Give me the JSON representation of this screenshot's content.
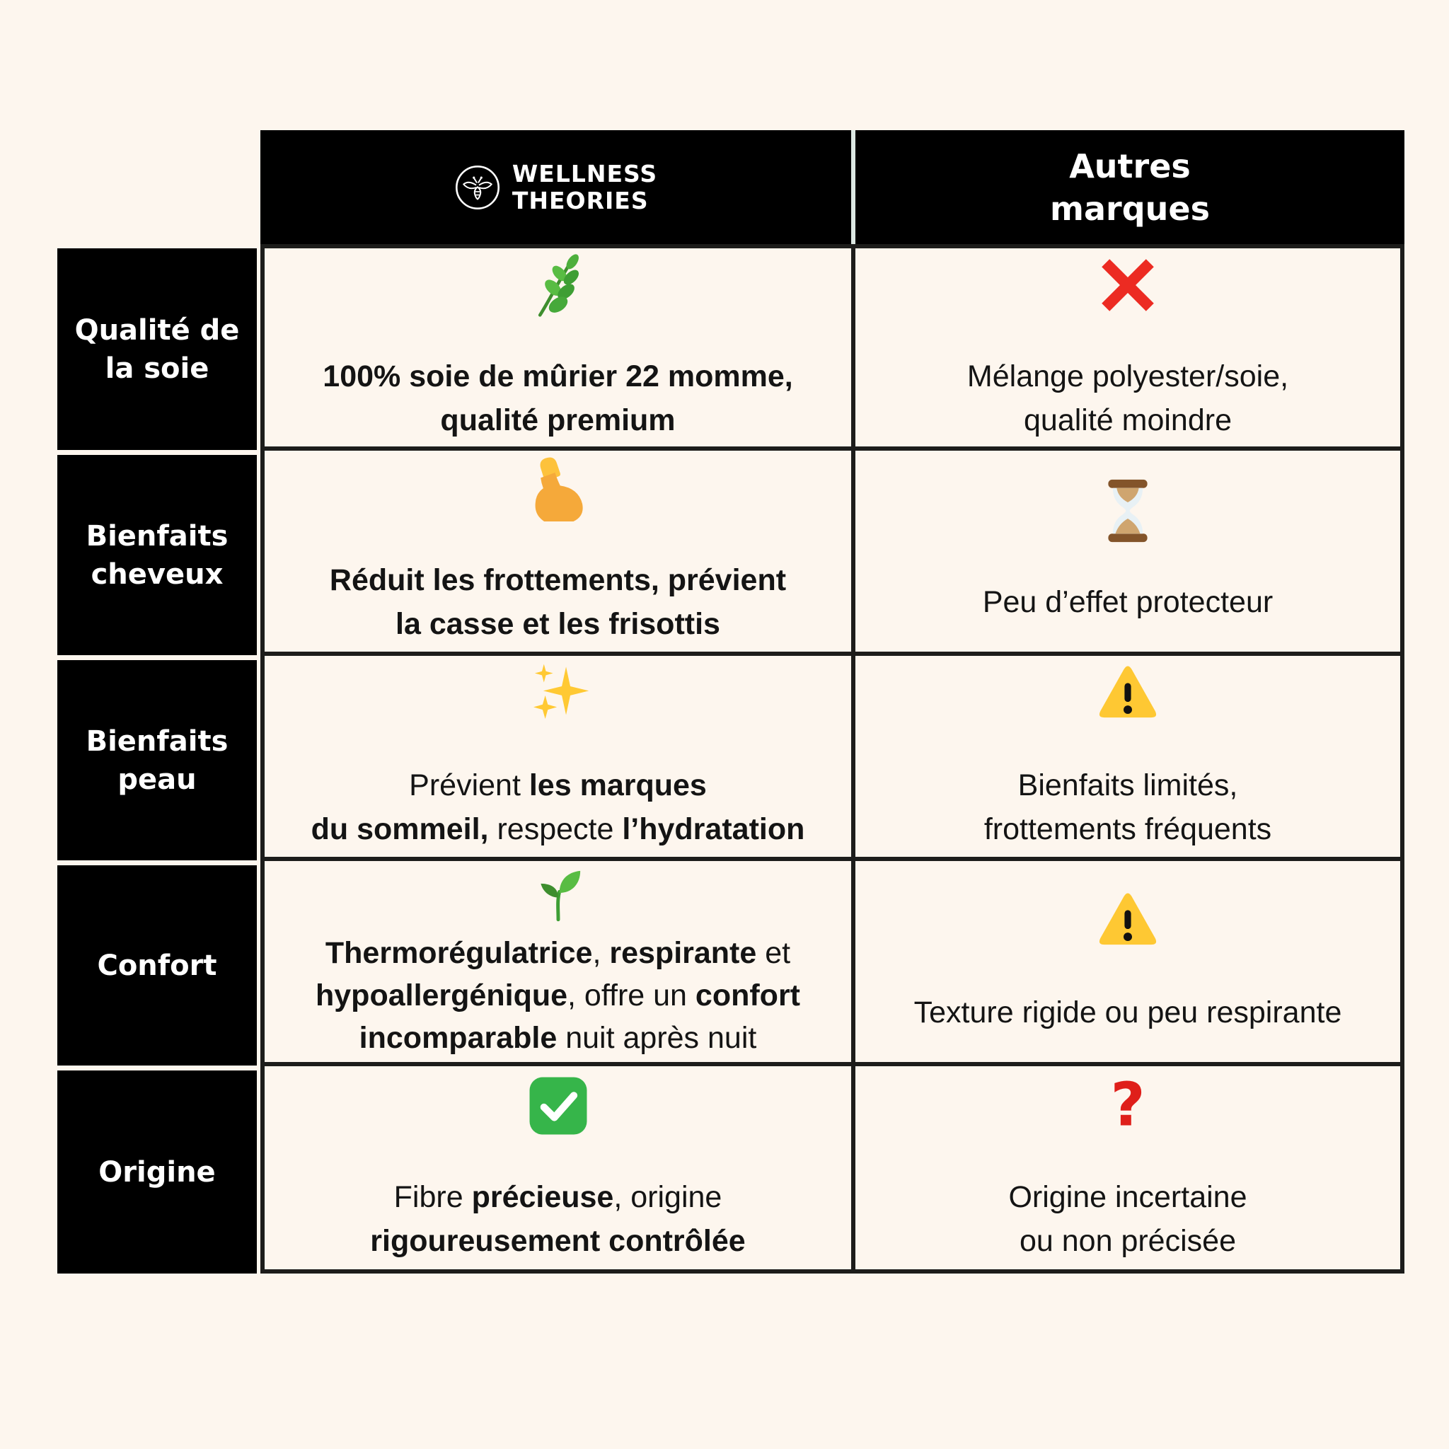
{
  "colors": {
    "background": "#FDF6EE",
    "cell_black": "#000000",
    "border_dark": "#1D1D1B",
    "header_divider": "#DCE7E2",
    "text_dark": "#141414",
    "text_white": "#FFFFFF",
    "cross_red": "#EC2B22",
    "warning_yellow": "#FEC833",
    "check_green": "#36B54A",
    "leaf_green": "#4DAF3C"
  },
  "header": {
    "brand": {
      "logo_icon": "bee-circle",
      "name_line1": "WELLNESS",
      "name_line2": "THEORIES"
    },
    "competitor": {
      "line1": "Autres",
      "line2": "marques"
    }
  },
  "rows": [
    {
      "label_lines": [
        "Qualité de",
        "la soie"
      ],
      "brand": {
        "icon": "herb",
        "lines": [
          [
            {
              "t": "100% soie de mûrier 22 momme,",
              "b": true
            }
          ],
          [
            {
              "t": "qualité premium",
              "b": true
            }
          ]
        ]
      },
      "competitor": {
        "icon": "cross-mark",
        "lines": [
          [
            {
              "t": "Mélange polyester/soie,",
              "b": false
            }
          ],
          [
            {
              "t": "qualité moindre",
              "b": false
            }
          ]
        ]
      }
    },
    {
      "label_lines": [
        "Bienfaits",
        "cheveux"
      ],
      "brand": {
        "icon": "flexed-biceps",
        "lines": [
          [
            {
              "t": "Réduit les frottements, prévient",
              "b": true
            }
          ],
          [
            {
              "t": "la casse et les frisottis",
              "b": true
            }
          ]
        ]
      },
      "competitor": {
        "icon": "hourglass",
        "lines": [
          [
            {
              "t": "Peu d’effet protecteur",
              "b": false
            }
          ]
        ]
      }
    },
    {
      "label_lines": [
        "Bienfaits",
        "peau"
      ],
      "brand": {
        "icon": "sparkles",
        "lines": [
          [
            {
              "t": "Prévient ",
              "b": false
            },
            {
              "t": "les marques",
              "b": true
            }
          ],
          [
            {
              "t": "du sommeil,",
              "b": true
            },
            {
              "t": " respecte ",
              "b": false
            },
            {
              "t": "l’hydratation",
              "b": true
            }
          ]
        ]
      },
      "competitor": {
        "icon": "warning",
        "lines": [
          [
            {
              "t": "Bienfaits limités,",
              "b": false
            }
          ],
          [
            {
              "t": "frottements fréquents",
              "b": false
            }
          ]
        ]
      }
    },
    {
      "label_lines": [
        "Confort"
      ],
      "brand": {
        "icon": "seedling",
        "lines": [
          [
            {
              "t": "Thermorégulatrice",
              "b": true
            },
            {
              "t": ", ",
              "b": false
            },
            {
              "t": "respirante",
              "b": true
            },
            {
              "t": " et",
              "b": false
            }
          ],
          [
            {
              "t": "hypoallergénique",
              "b": true
            },
            {
              "t": ", offre un ",
              "b": false
            },
            {
              "t": "confort",
              "b": true
            }
          ],
          [
            {
              "t": "incomparable",
              "b": true
            },
            {
              "t": " nuit après nuit",
              "b": false
            }
          ]
        ]
      },
      "competitor": {
        "icon": "warning",
        "lines": [
          [
            {
              "t": "Texture rigide ou peu respirante",
              "b": false
            }
          ]
        ]
      }
    },
    {
      "label_lines": [
        "Origine"
      ],
      "brand": {
        "icon": "check-mark",
        "lines": [
          [
            {
              "t": "Fibre ",
              "b": false
            },
            {
              "t": "précieuse",
              "b": true
            },
            {
              "t": ", origine",
              "b": false
            }
          ],
          [
            {
              "t": "rigoureusement contrôlée",
              "b": true
            }
          ]
        ]
      },
      "competitor": {
        "icon": "question-mark",
        "lines": [
          [
            {
              "t": "Origine incertaine",
              "b": false
            }
          ],
          [
            {
              "t": "ou non précisée",
              "b": false
            }
          ]
        ]
      }
    }
  ]
}
